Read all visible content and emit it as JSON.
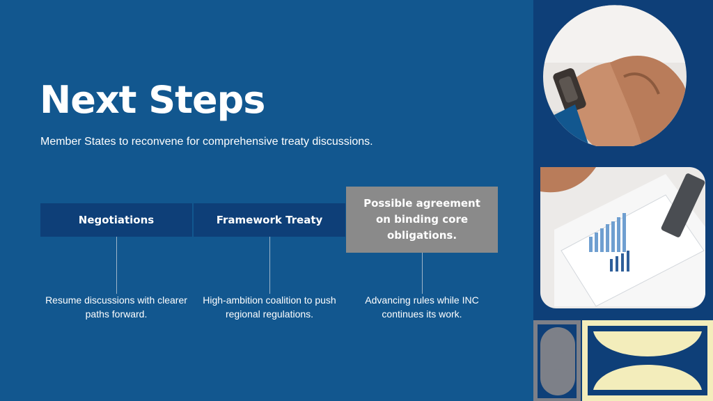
{
  "slide": {
    "title": "Next Steps",
    "subtitle": "Member States to reconvene for comprehensive treaty discussions."
  },
  "steps": [
    {
      "label": "Negotiations",
      "description": "Resume discussions with clearer paths forward."
    },
    {
      "label": "Framework Treaty",
      "description": "High-ambition coalition to push regional regulations."
    },
    {
      "label": "Possible agreement on binding core obligations.",
      "description": "Advancing rules while INC continues its work."
    }
  ],
  "colors": {
    "background": "#12578f",
    "panel": "#0e3f78",
    "step_box": "#0e3f78",
    "highlight_box": "#8a8a8a",
    "accent_cream": "#f3edbb",
    "accent_gray": "#7d8088"
  },
  "image": {
    "icon": "clasped-hands-photo-icon"
  }
}
